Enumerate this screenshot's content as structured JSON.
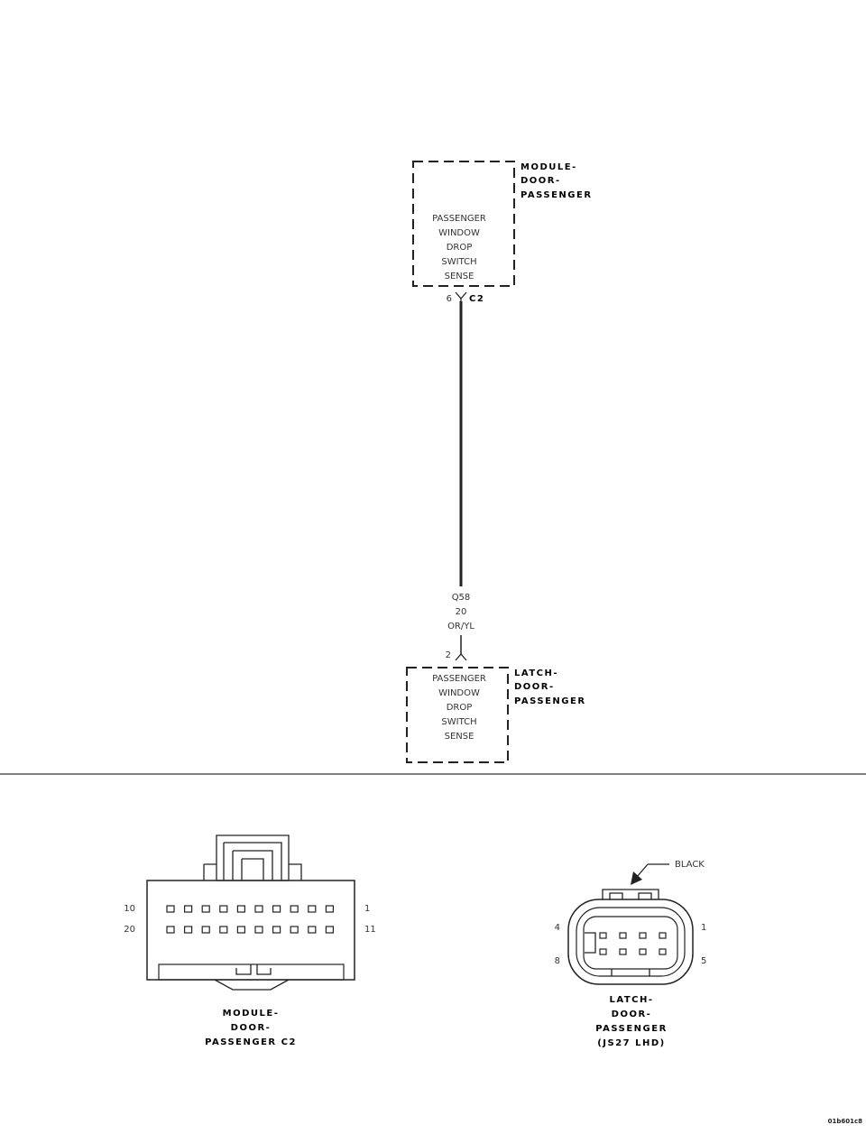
{
  "module": {
    "name_lines": [
      "MODULE-",
      "DOOR-",
      "PASSENGER"
    ],
    "function_lines": [
      "PASSENGER",
      "WINDOW",
      "DROP",
      "SWITCH",
      "SENSE"
    ],
    "pin": "6",
    "connector": "C2"
  },
  "wire": {
    "circuit": "Q58",
    "gauge": "20",
    "color": "OR/YL"
  },
  "latch": {
    "name_lines": [
      "LATCH-",
      "DOOR-",
      "PASSENGER"
    ],
    "function_lines": [
      "PASSENGER",
      "WINDOW",
      "DROP",
      "SWITCH",
      "SENSE"
    ],
    "pin": "2"
  },
  "module_connector_view": {
    "pin_labels": {
      "top_left": "10",
      "top_right": "1",
      "bottom_left": "20",
      "bottom_right": "11"
    },
    "caption_lines": [
      "MODULE-",
      "DOOR-",
      "PASSENGER C2"
    ]
  },
  "latch_connector_view": {
    "color_label": "BLACK",
    "pin_labels": {
      "top_left": "4",
      "top_right": "1",
      "bottom_left": "8",
      "bottom_right": "5"
    },
    "caption_lines": [
      "LATCH-",
      "DOOR-",
      "PASSENGER",
      "(JS27 LHD)"
    ]
  },
  "figure_id": "01b601c8"
}
